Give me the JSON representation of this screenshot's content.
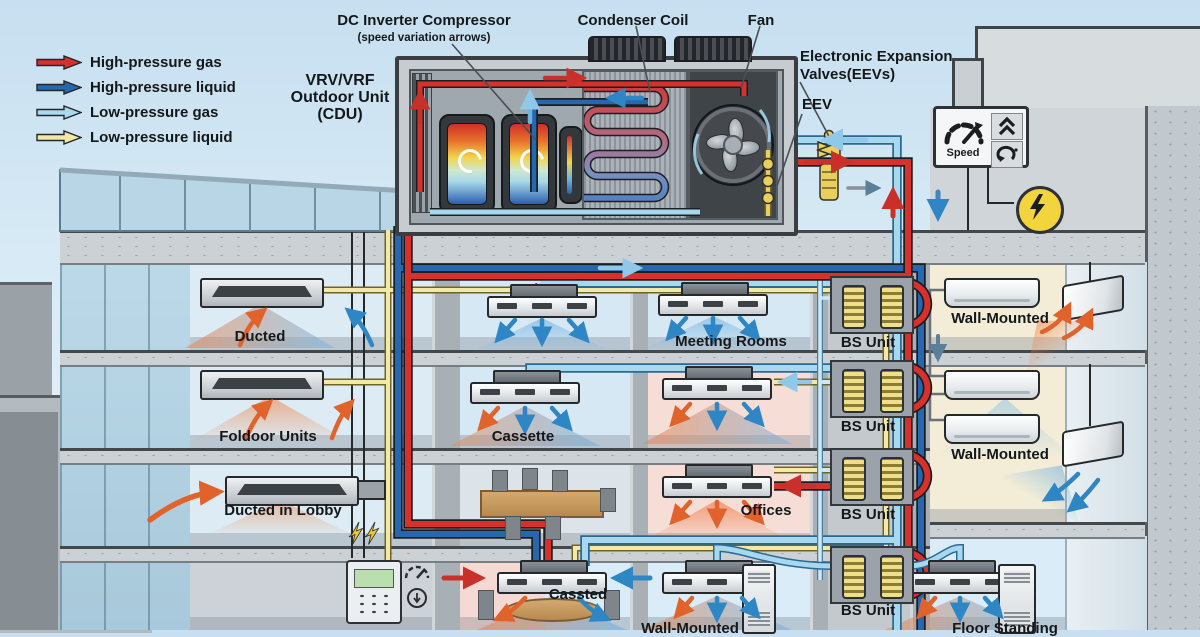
{
  "legend": {
    "items": [
      {
        "name": "high-pressure-gas",
        "label": "High-pressure gas",
        "color": "#d8312b"
      },
      {
        "name": "high-pressure-liquid",
        "label": "High-pressure liquid",
        "color": "#2668b0"
      },
      {
        "name": "low-pressure-gas",
        "label": "Low-pressure gas",
        "color": "#aad9f0"
      },
      {
        "name": "low-pressure-liquid",
        "label": "Low-pressure liquid",
        "color": "#f2e8a8"
      }
    ]
  },
  "outdoor_unit": {
    "line1": "VRV/VRF",
    "line2": "Outdoor Unit",
    "line3": "(CDU)"
  },
  "callouts": {
    "compressor": "DC Inverter Compressor",
    "compressor_sub": "(speed variation arrows)",
    "condenser_coil": "Condenser Coil",
    "fan": "Fan",
    "eev_valves_line1": "Electronic Expansion",
    "eev_valves_line2": "Valves(EEVs)",
    "eev": "EEV"
  },
  "controller": {
    "speed_label": "Speed"
  },
  "indoor_units": {
    "ducted": "Ducted",
    "foldoor": "Foldoor Units",
    "ducted_lobby": "Ducted in Lobby",
    "cassette": "Cassette",
    "meeting_rooms": "Meeting Rooms",
    "offices": "Offices",
    "cassted": "Cassted",
    "wall_mounted": "Wall-Mounted",
    "floor_standing": "Floor Standing",
    "bs_unit": "BS Unit"
  }
}
